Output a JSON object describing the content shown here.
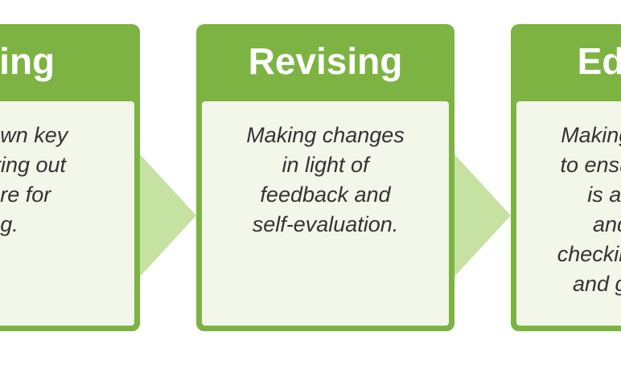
{
  "colors": {
    "header_green": "#7cb342",
    "body_fill": "#f2f7ea",
    "arrow_green": "#c6e2a3",
    "text": "#333333"
  },
  "steps": [
    {
      "title": "Drafting",
      "lines": [
        "Getting down key",
        "ideas, setting out",
        "a structure for",
        "writing."
      ]
    },
    {
      "title": "Revising",
      "lines": [
        "Making changes",
        "in light of",
        "feedback and",
        "self-evaluation."
      ]
    },
    {
      "title": "Editing",
      "lines": [
        "Making changes",
        "to ensure writing",
        "is accurate",
        "and clear,",
        "checking spelling",
        "and grammar."
      ]
    }
  ]
}
